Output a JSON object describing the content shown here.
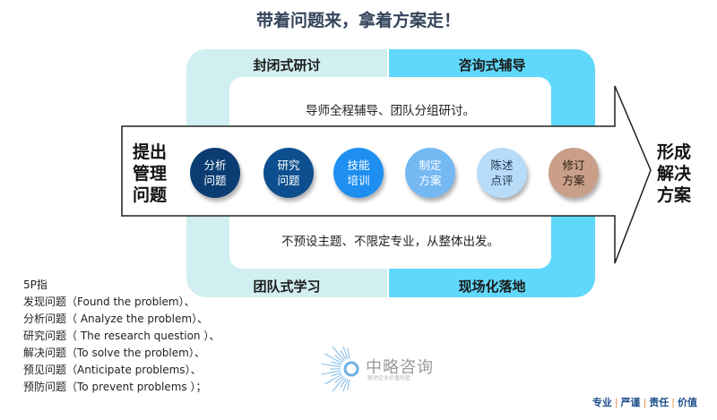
{
  "title": "带着问题来，拿着方案走！",
  "frame": {
    "top_left": "封闭式研讨",
    "top_right": "咨询式辅导",
    "bottom_left": "团队式学习",
    "bottom_right": "现场化落地",
    "top_note": "导师全程辅导、团队分组研讨。",
    "bottom_note": "不预设主题、不限定专业，从整体出发。"
  },
  "arrow": {
    "start_label": [
      "提出",
      "管理",
      "问题"
    ],
    "end_label": [
      "形成",
      "解决",
      "方案"
    ]
  },
  "steps": [
    {
      "line1": "分析",
      "line2": "问题",
      "color": "#0b3d73",
      "text": "#ffffff"
    },
    {
      "line1": "研究",
      "line2": "问题",
      "color": "#0d4f8e",
      "text": "#ffffff"
    },
    {
      "line1": "技能",
      "line2": "培训",
      "color": "#1e8ff0",
      "text": "#ffffff"
    },
    {
      "line1": "制定",
      "line2": "方案",
      "color": "#74b9f2",
      "text": "#ffffff"
    },
    {
      "line1": "陈述",
      "line2": "点评",
      "color": "#b8dcf8",
      "text": "#1a3350"
    },
    {
      "line1": "修订",
      "line2": "方案",
      "color": "#c99f8a",
      "text": "#2a1a10"
    }
  ],
  "list": {
    "heading": "5P指",
    "items": [
      "发现问题（Found the problem）、",
      "分析问题（ Analyze the problem）、",
      "研究问题（ The research question ）、",
      "解决问题（To solve the problem）、",
      "预见问题（Anticipate problems）、",
      "预防问题（To prevent problems ）；"
    ]
  },
  "logo": {
    "name": "中略咨询",
    "subtitle": "驱动企业价值创造"
  },
  "slogan": [
    "专业",
    "严谨",
    "责任",
    "价值"
  ],
  "colors": {
    "light_band": "#d1eef0",
    "cyan_band": "#5fd8fb",
    "title": "#34445a",
    "slogan": "#1d4f8a"
  }
}
